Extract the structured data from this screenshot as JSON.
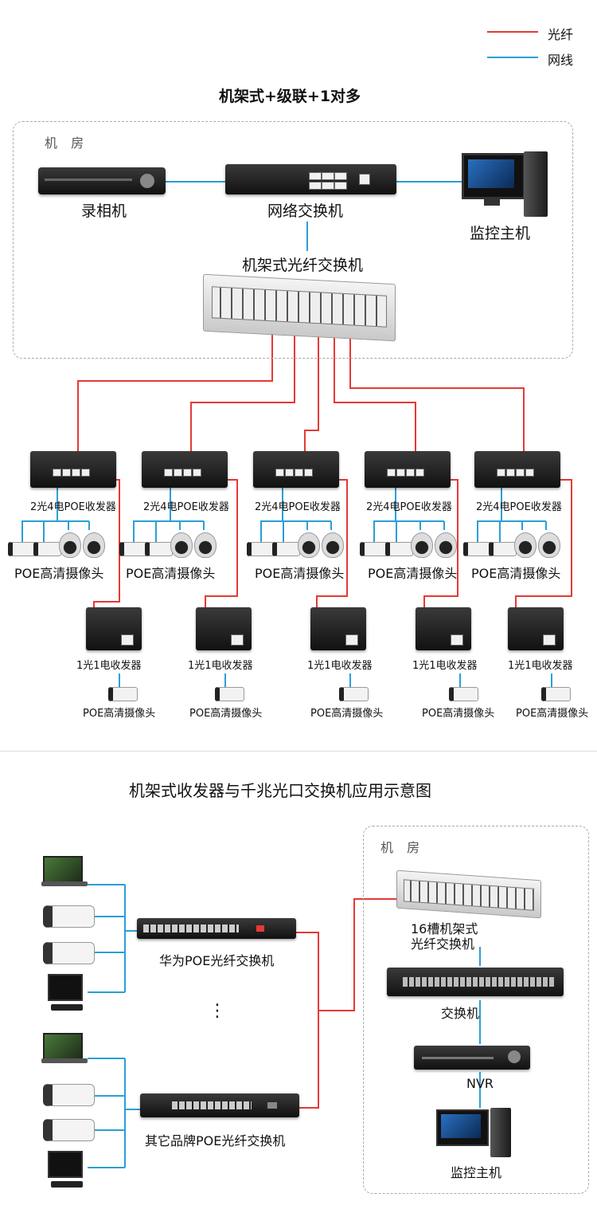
{
  "legend": {
    "fiber": "光纤",
    "network": "网线",
    "fiber_color": "#e53935",
    "network_color": "#2a9fd6"
  },
  "top": {
    "title": "机架式+级联+1对多",
    "room_label": "机 房",
    "recorder": "录相机",
    "switch": "网络交换机",
    "host": "监控主机",
    "rack": "机架式光纤交换机",
    "transceiver_2x4": "2光4电POE收发器",
    "poe_camera": "POE高清摄像头",
    "transceiver_1x1": "1光1电收发器",
    "poe_camera_single": "POE高清摄像头"
  },
  "bottom": {
    "title": "机架式收发器与千兆光口交换机应用示意图",
    "room_label": "机 房",
    "huawei_switch": "华为POE光纤交换机",
    "other_switch": "其它品牌POE光纤交换机",
    "rack16_line1": "16槽机架式",
    "rack16_line2": "光纤交换机",
    "switch": "交换机",
    "nvr": "NVR",
    "host": "监控主机",
    "dots": "⋮"
  }
}
